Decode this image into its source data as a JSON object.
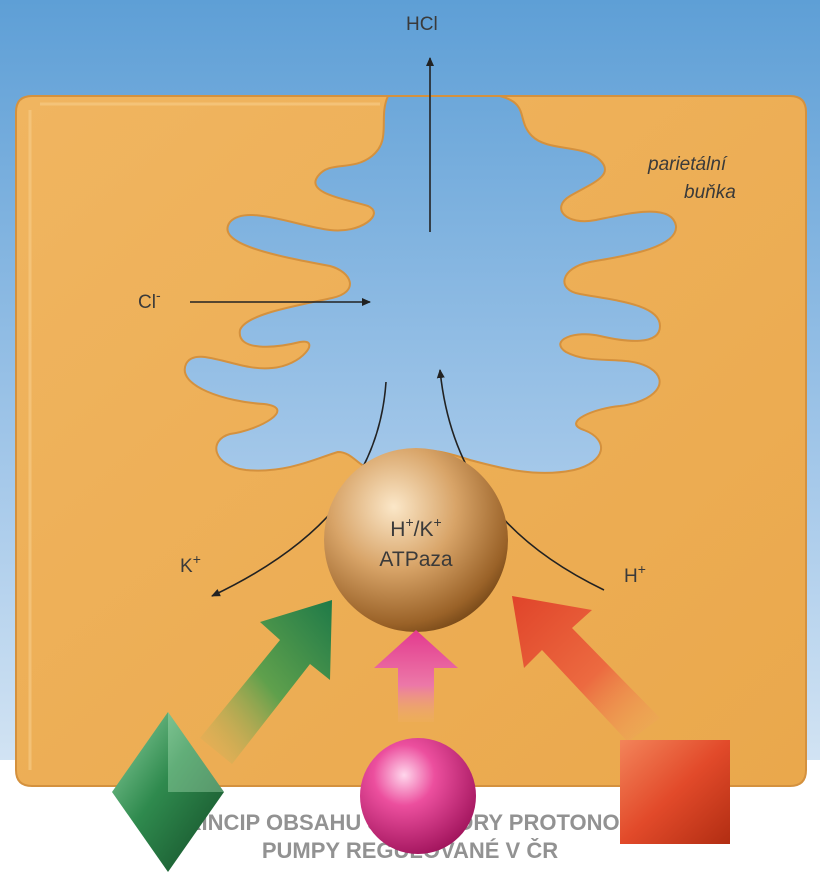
{
  "labels": {
    "hcl": "HCl",
    "cl": "Cl",
    "cl_charge": "-",
    "k": "K",
    "k_charge": "+",
    "h": "H",
    "h_charge": "+",
    "cell_line1": "parietální",
    "cell_line2": "buňka",
    "pump_line1_a": "H",
    "pump_line1_a_charge": "+",
    "pump_line1_sep": "/K",
    "pump_line1_b_charge": "+",
    "pump_line2": "ATPaza",
    "caption_line1": "PRINCIP OBSAHU SEKRETORY PROTONOVÉ",
    "caption_line2": "PUMPY REGULOVANÉ V ČR"
  },
  "colors": {
    "sky_top": "#5e9fd6",
    "sky_bottom": "#cfe3f3",
    "cell": "#efb35e",
    "cell_edge": "#d99642",
    "pump_light": "#f6dcb6",
    "pump_dark": "#8c5a26",
    "green": "#2f8a4e",
    "magenta": "#e2398c",
    "red": "#e24a2a"
  }
}
